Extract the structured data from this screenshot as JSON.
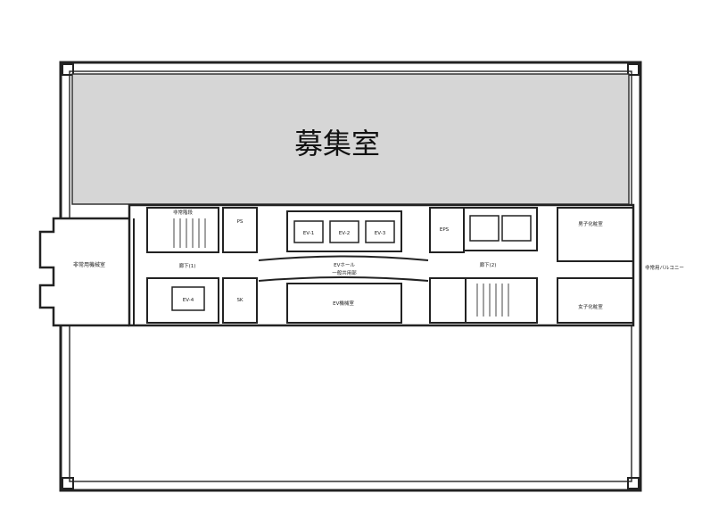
{
  "plan": {
    "featured_room": "募集室",
    "highlight_color": "#d6d6d6",
    "ev_hall": "EVホール",
    "ev_hall_sub": "一般共用部",
    "elevators": [
      "EV-1",
      "EV-2",
      "EV-3"
    ],
    "freight_ev": "EV-4",
    "corridor_1": "廊下(1)",
    "corridor_2": "廊下(2)",
    "left_annex": "非常用機械室",
    "stair_label": "非常階段",
    "ps": "PS",
    "eps": "EPS",
    "sk": "SK",
    "machine_room": "EV機械室",
    "mens_toilet": "男子化粧室",
    "womens_toilet": "女子化粧室",
    "balcony": "非常用バルコニー"
  }
}
